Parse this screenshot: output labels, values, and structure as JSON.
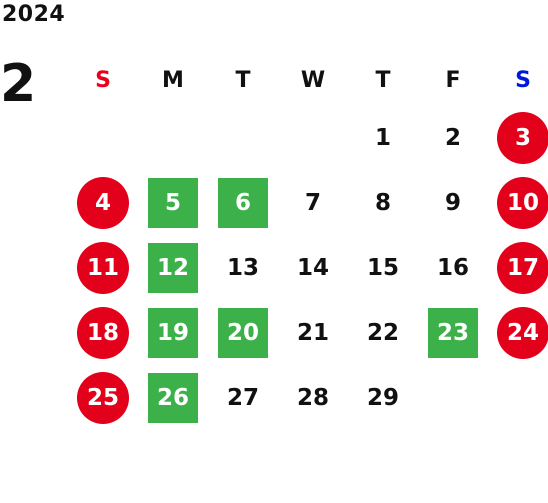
{
  "calendar": {
    "year": "2024",
    "month": "2",
    "weekdays": [
      "S",
      "M",
      "T",
      "W",
      "T",
      "F",
      "S"
    ],
    "colors": {
      "sunday_label": "#e8001c",
      "saturday_label": "#0019d6",
      "holiday_circle": "#e2001a",
      "highlight_square": "#3db149",
      "text": "#111111"
    },
    "legend_meaning": {
      "holiday": "red circle",
      "highlight": "green square"
    },
    "weeks": [
      [
        {
          "day": "",
          "style": ""
        },
        {
          "day": "",
          "style": ""
        },
        {
          "day": "",
          "style": ""
        },
        {
          "day": "",
          "style": ""
        },
        {
          "day": "1",
          "style": "plain"
        },
        {
          "day": "2",
          "style": "plain"
        },
        {
          "day": "3",
          "style": "holiday"
        }
      ],
      [
        {
          "day": "4",
          "style": "holiday"
        },
        {
          "day": "5",
          "style": "open"
        },
        {
          "day": "6",
          "style": "open"
        },
        {
          "day": "7",
          "style": "plain"
        },
        {
          "day": "8",
          "style": "plain"
        },
        {
          "day": "9",
          "style": "plain"
        },
        {
          "day": "10",
          "style": "holiday"
        }
      ],
      [
        {
          "day": "11",
          "style": "holiday"
        },
        {
          "day": "12",
          "style": "open"
        },
        {
          "day": "13",
          "style": "plain"
        },
        {
          "day": "14",
          "style": "plain"
        },
        {
          "day": "15",
          "style": "plain"
        },
        {
          "day": "16",
          "style": "plain"
        },
        {
          "day": "17",
          "style": "holiday"
        }
      ],
      [
        {
          "day": "18",
          "style": "holiday"
        },
        {
          "day": "19",
          "style": "open"
        },
        {
          "day": "20",
          "style": "open"
        },
        {
          "day": "21",
          "style": "plain"
        },
        {
          "day": "22",
          "style": "plain"
        },
        {
          "day": "23",
          "style": "open"
        },
        {
          "day": "24",
          "style": "holiday"
        }
      ],
      [
        {
          "day": "25",
          "style": "holiday"
        },
        {
          "day": "26",
          "style": "open"
        },
        {
          "day": "27",
          "style": "plain"
        },
        {
          "day": "28",
          "style": "plain"
        },
        {
          "day": "29",
          "style": "plain"
        },
        {
          "day": "",
          "style": ""
        },
        {
          "day": "",
          "style": ""
        }
      ]
    ]
  }
}
